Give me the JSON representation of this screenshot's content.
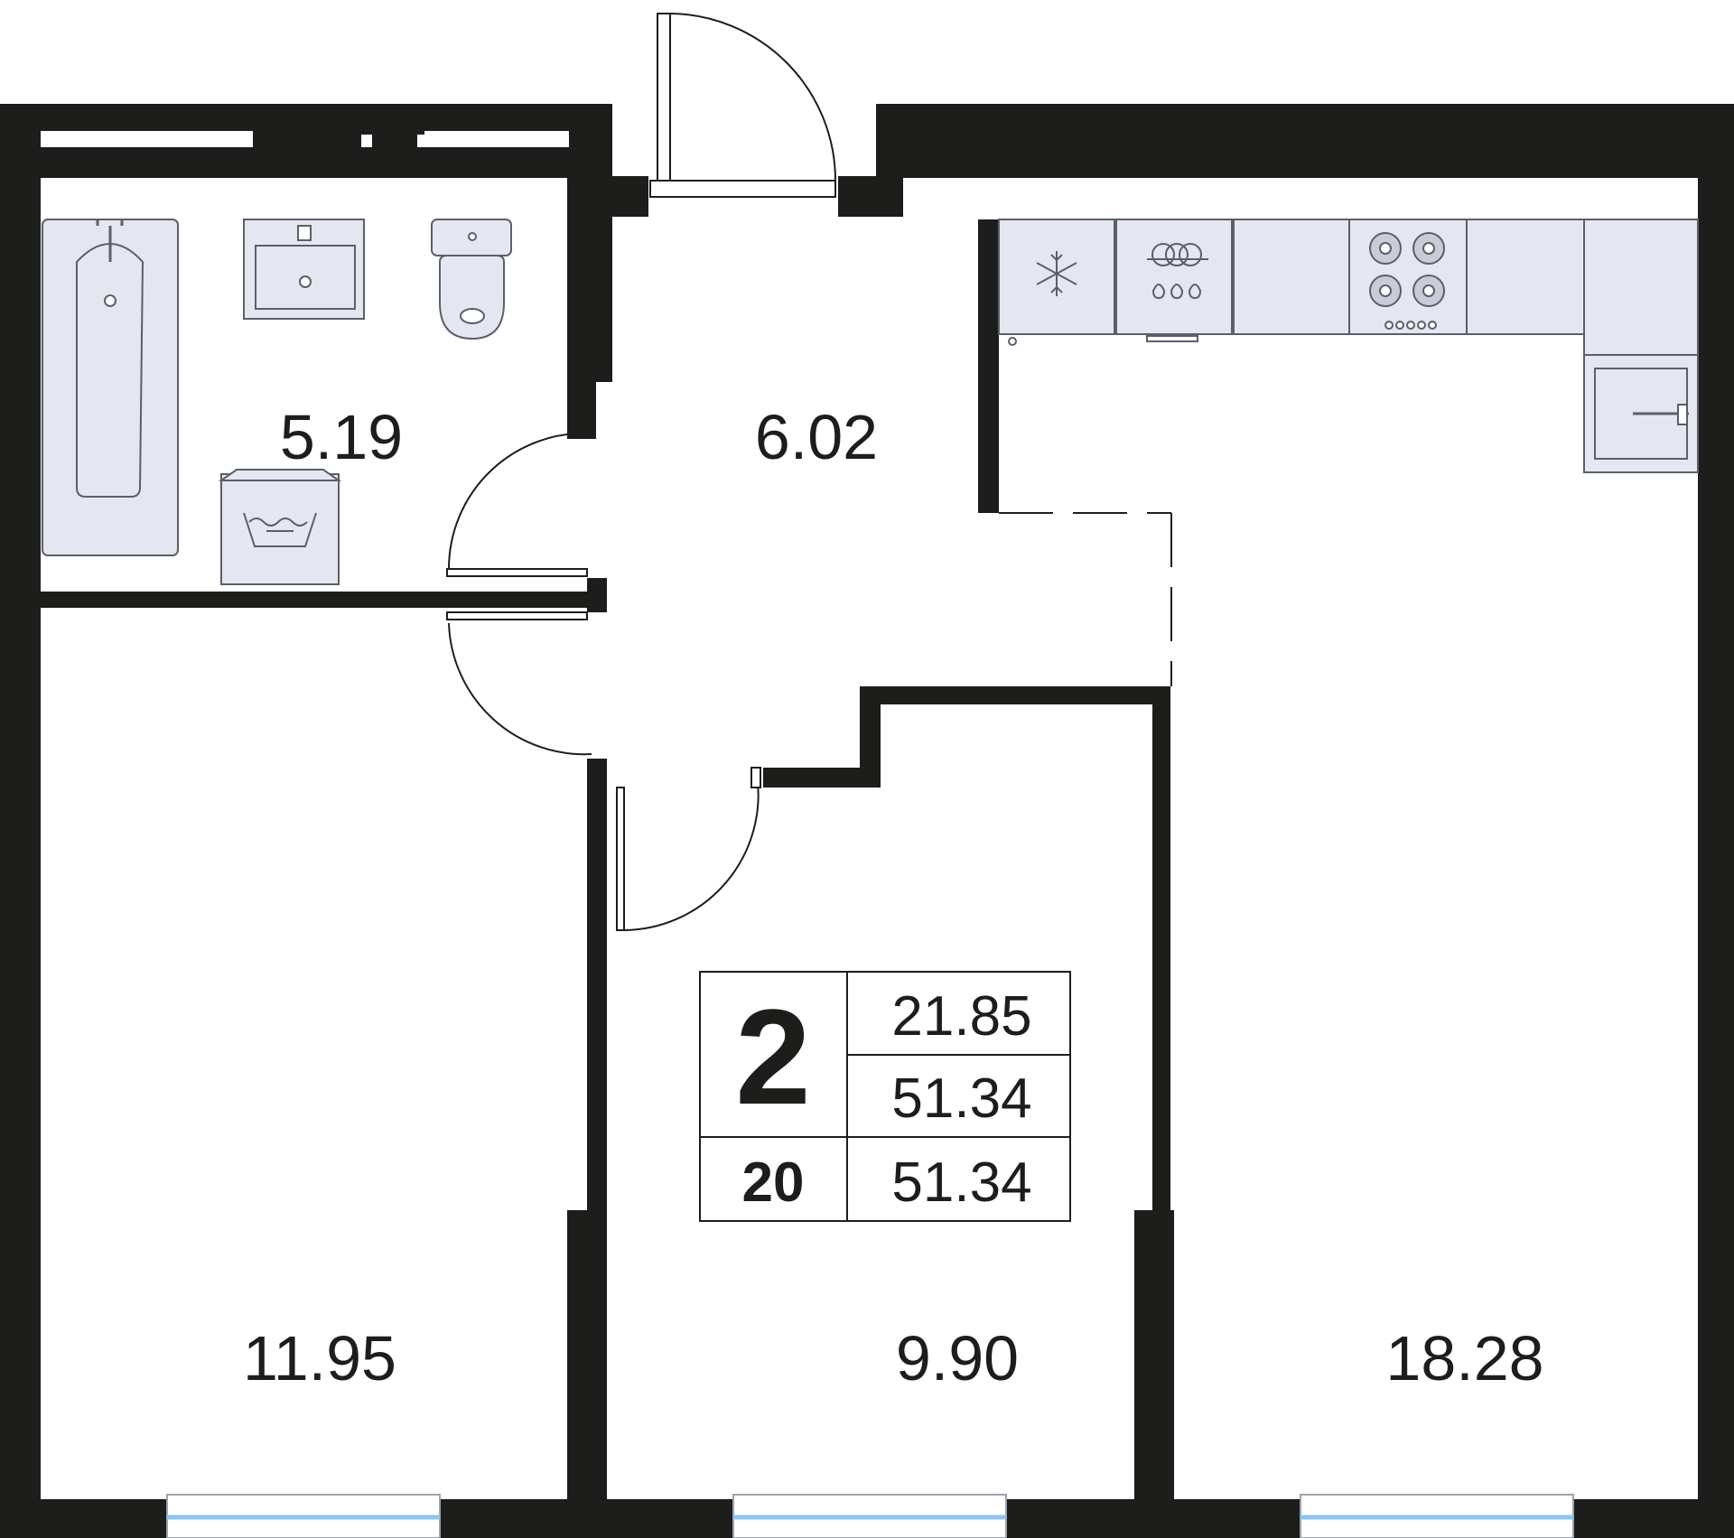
{
  "rooms": {
    "bathroom_area": "5.19",
    "hall_area": "6.02",
    "bedroom_left_area": "11.95",
    "bedroom_middle_area": "9.90",
    "kitchen_living_area": "18.28"
  },
  "summary": {
    "rooms_count": "2",
    "floor": "20",
    "living_area": "21.85",
    "total_area": "51.34",
    "total_area_with_balcony": "51.34"
  },
  "colors": {
    "wall": "#1d1d1b",
    "fixture_fill": "#e4e7ef",
    "fixture_stroke": "#5a5f6b",
    "window_glass": "#8ec3ef"
  },
  "icons": [
    "bathtub-icon",
    "sink-icon",
    "toilet-icon",
    "washing-machine-icon",
    "fridge-icon",
    "dishwasher-icon",
    "stove-icon",
    "kitchen-sink-icon"
  ]
}
